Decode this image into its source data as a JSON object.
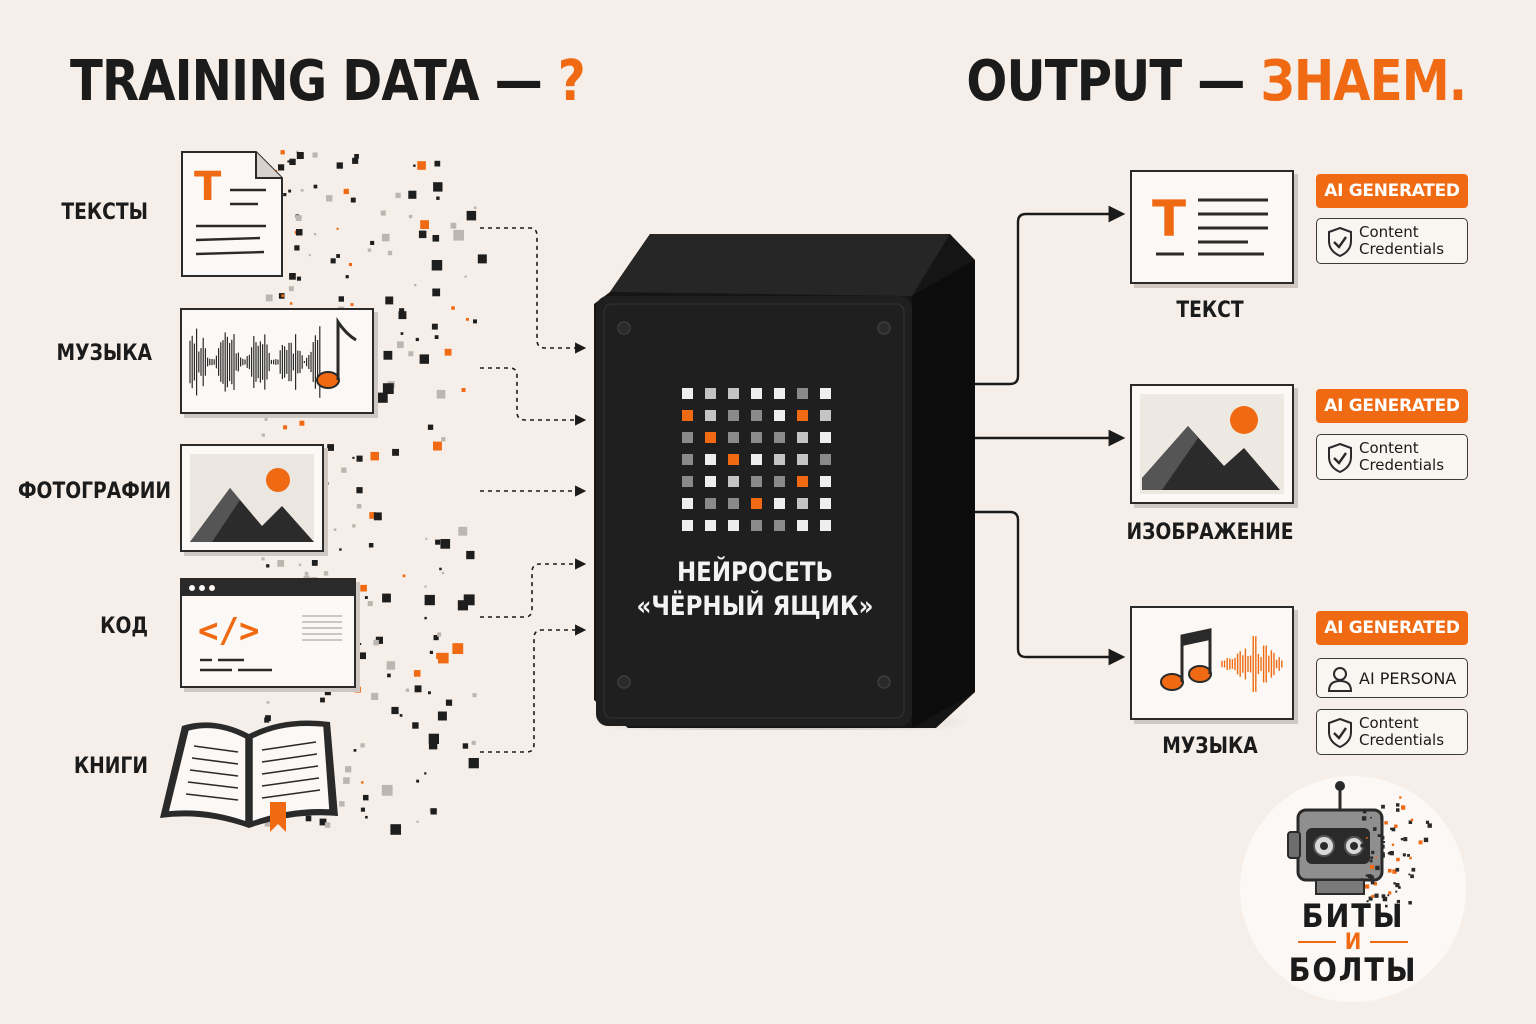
{
  "header": {
    "left_title": "TRAINING DATA —",
    "left_accent": "?",
    "right_title": "OUTPUT —",
    "right_accent": "ЗНАЕМ."
  },
  "inputs": [
    {
      "label": "ТЕКСТЫ",
      "icon": "text-document-icon"
    },
    {
      "label": "МУЗЫКА",
      "icon": "audio-waveform-icon"
    },
    {
      "label": "ФОТОГРАФИИ",
      "icon": "photo-mountain-icon"
    },
    {
      "label": "КОД",
      "icon": "code-window-icon"
    },
    {
      "label": "КНИГИ",
      "icon": "open-book-icon"
    }
  ],
  "black_box": {
    "line1": "НЕЙРОСЕТЬ",
    "line2": "«ЧЁРНЫЙ ЯЩИК»"
  },
  "outputs": [
    {
      "label": "ТЕКСТ",
      "icon": "text-lines-icon",
      "tags": [
        "AI GENERATED",
        "Content\nCredentials"
      ]
    },
    {
      "label": "ИЗОБРАЖЕНИЕ",
      "icon": "image-mountain-icon",
      "tags": [
        "AI GENERATED",
        "Content\nCredentials"
      ]
    },
    {
      "label": "МУЗЫКА",
      "icon": "music-note-icon",
      "tags": [
        "AI GENERATED",
        "AI PERSONA",
        "Content\nCredentials"
      ]
    }
  ],
  "logo": {
    "line1": "БИТЫ",
    "line2": "И",
    "line3": "БОЛТЫ"
  },
  "colors": {
    "accent": "#ef6a12",
    "background": "#f6efe9",
    "box": "#1c1c1c"
  }
}
